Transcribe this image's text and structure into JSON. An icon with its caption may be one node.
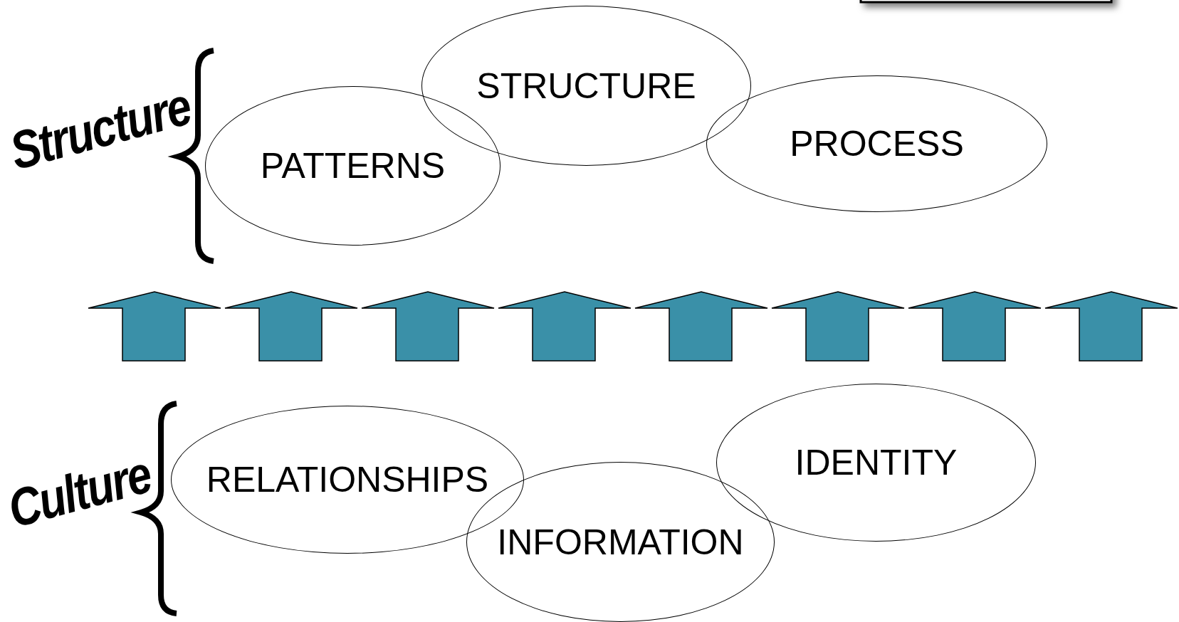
{
  "diagram": {
    "nodes": [
      {
        "text": [
          "STRUCTURE"
        ]
      },
      {
        "text": [
          "PROCESS"
        ]
      },
      {
        "text": [
          "PATTERNS"
        ]
      },
      {
        "text": [
          "IDENTITY"
        ]
      },
      {
        "text": [
          "RELATIONSHIPS"
        ]
      },
      {
        "text": [
          "INFORMATION"
        ]
      }
    ],
    "edges": [],
    "labels": [
      "Structure",
      "Culture"
    ]
  }
}
